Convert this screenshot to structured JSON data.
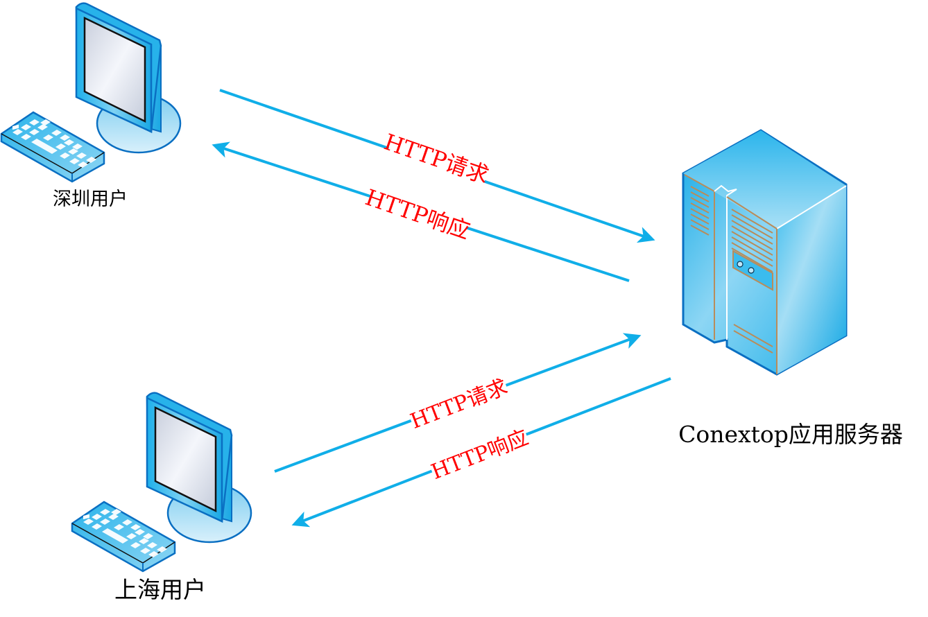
{
  "diagram": {
    "nodes": {
      "shenzhen_user": {
        "label": "深圳用户",
        "icon": "desktop-computer-icon"
      },
      "shanghai_user": {
        "label": "上海用户",
        "icon": "desktop-computer-icon"
      },
      "server": {
        "label": "Conextop应用服务器",
        "icon": "server-tower-icon"
      }
    },
    "edges": [
      {
        "id": "sz-request",
        "from": "shenzhen_user",
        "to": "server",
        "label": "HTTP请求"
      },
      {
        "id": "sz-response",
        "from": "server",
        "to": "shenzhen_user",
        "label": "HTTP响应"
      },
      {
        "id": "sh-request",
        "from": "shanghai_user",
        "to": "server",
        "label": "HTTP请求"
      },
      {
        "id": "sh-response",
        "from": "server",
        "to": "shanghai_user",
        "label": "HTTP响应"
      }
    ],
    "colors": {
      "arrow": "#10aee8",
      "edge_label": "#ff0000",
      "device_outline": "#0a6fc2",
      "device_fill": "#29b6ec"
    }
  }
}
